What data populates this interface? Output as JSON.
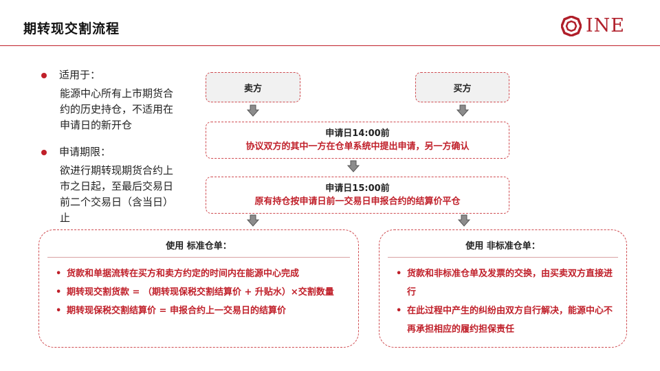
{
  "header": {
    "title": "期转现交割流程",
    "logo_text": "INE",
    "accent_color": "#c0202a"
  },
  "left_panel": {
    "bullets": [
      {
        "heading": "适用于：",
        "body": "能源中心所有上市期货合约的历史持仓，不适用在申请日的新开仓"
      },
      {
        "heading": "申请期限：",
        "body": "欲进行期转现期货合约上市之日起，至最后交易日前二个交易日（含当日）止"
      }
    ]
  },
  "flow": {
    "seller": "卖方",
    "buyer": "买方",
    "step1": {
      "time": "申请日14:00前",
      "text": "协议双方的其中一方在仓单系统中提出申请，另一方确认"
    },
    "step2": {
      "time": "申请日15:00前",
      "text": "原有持仓按申请日前一交易日申报合约的结算价平仓"
    }
  },
  "standard": {
    "heading": "使用 标准仓单：",
    "items": [
      "货款和单据流转在买方和卖方约定的时间内在能源中心完成",
      "期转现交割货款 = （期转现保税交割结算价 + 升贴水）×交割数量",
      "期转现保税交割结算价 = 申报合约上一交易日的结算价"
    ]
  },
  "nonstandard": {
    "heading": "使用 非标准仓单：",
    "items": [
      "货款和非标准仓单及发票的交换，由买卖双方直接进行",
      "在此过程中产生的纠纷由双方自行解决，能源中心不再承担相应的履约担保责任"
    ]
  }
}
